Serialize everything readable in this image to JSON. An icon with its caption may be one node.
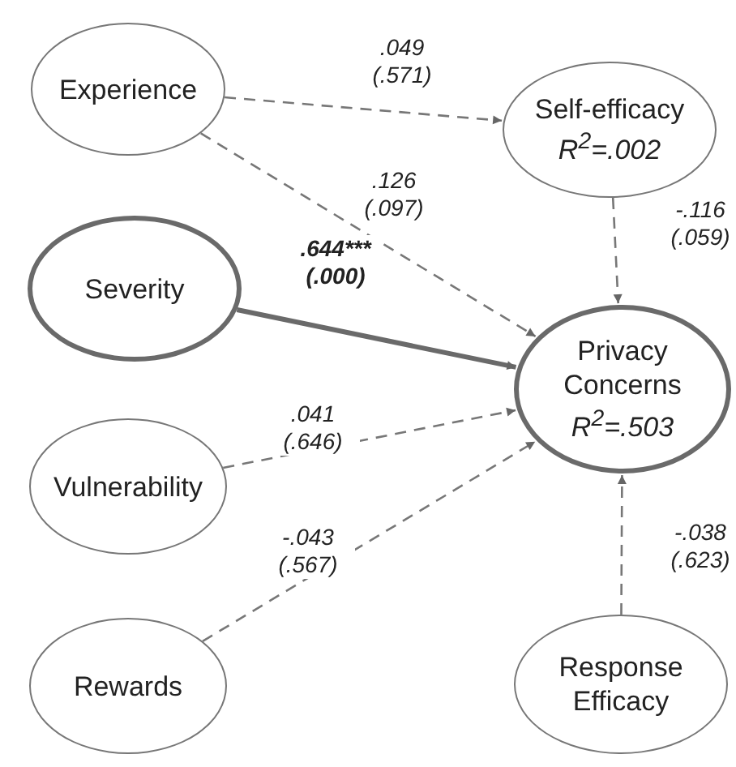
{
  "diagram": {
    "nodes": [
      {
        "text": [
          "Experience"
        ]
      },
      {
        "text": [
          "Self-efficacy",
          "*R$^{2}$=.002*"
        ]
      },
      {
        "text": [
          "Severity"
        ]
      },
      {
        "text": [
          "Privacy Concerns",
          "*R$^{2}$=.503*"
        ]
      },
      {
        "text": [
          "Vulnerability"
        ]
      },
      {
        "text": [
          "Rewards"
        ]
      },
      {
        "text": [
          "Response Efficacy"
        ]
      }
    ],
    "edges": [
      {
        "from": 0,
        "to": 1,
        "arrow": "to",
        "style": "dashed",
        "label": ".049 (.571)"
      },
      {
        "from": 0,
        "to": 3,
        "arrow": "to",
        "style": "dashed",
        "label": ".126 (.097)"
      },
      {
        "from": 2,
        "to": 3,
        "arrow": "to",
        "style": "thick",
        "label": ".644*** (.000)"
      },
      {
        "from": 1,
        "to": 3,
        "arrow": "to",
        "style": "dashed",
        "label": "-.116 (.059)"
      },
      {
        "from": 4,
        "to": 3,
        "arrow": "to",
        "style": "dashed",
        "label": ".041 (.646)"
      },
      {
        "from": 5,
        "to": 3,
        "arrow": "to",
        "style": "dashed",
        "label": "-.043 (.567)"
      },
      {
        "from": 6,
        "to": 3,
        "arrow": "to",
        "style": "dashed",
        "label": "-.038 (.623)"
      }
    ]
  }
}
